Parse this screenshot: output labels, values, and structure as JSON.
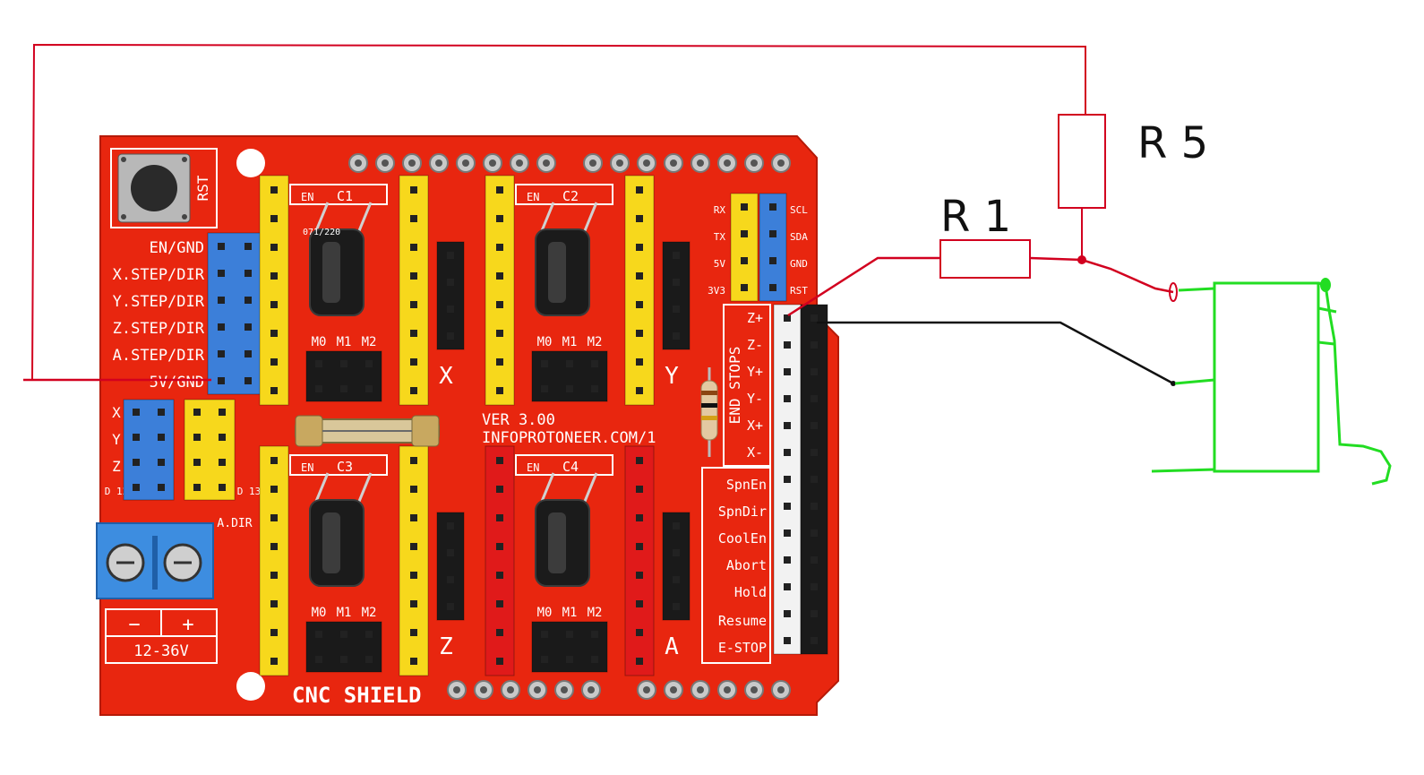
{
  "board": {
    "name": "CNC SHIELD",
    "version": "VER 3.00",
    "website": "INFOPROTONEER.COM/1",
    "reset_label": "RST",
    "left_header_labels": [
      "EN/GND",
      "X.STEP/DIR",
      "Y.STEP/DIR",
      "Z.STEP/DIR",
      "A.STEP/DIR",
      "5V/GND"
    ],
    "small_header_labels": [
      "X",
      "Y",
      "Z",
      "D 12",
      "D 13",
      "A.DIR"
    ],
    "driver_slots": [
      {
        "axis": "X",
        "cap": "C1",
        "en": "EN",
        "microstep": [
          "M0",
          "M1",
          "M2"
        ]
      },
      {
        "axis": "Y",
        "cap": "C2",
        "en": "EN",
        "microstep": [
          "M0",
          "M1",
          "M2"
        ]
      },
      {
        "axis": "Z",
        "cap": "C3",
        "en": "EN",
        "microstep": [
          "M0",
          "M1",
          "M2"
        ]
      },
      {
        "axis": "A",
        "cap": "C4",
        "en": "EN",
        "microstep": [
          "M0",
          "M1",
          "M2"
        ]
      }
    ],
    "serial_labels": [
      "RX",
      "TX",
      "5V",
      "3V3"
    ],
    "i2c_labels": [
      "SCL",
      "SDA",
      "GND",
      "RST"
    ],
    "endstops_title": "END STOPS",
    "endstop_labels": [
      "Z+",
      "Z-",
      "Y+",
      "Y-",
      "X+",
      "X-"
    ],
    "control_labels": [
      "SpnEn",
      "SpnDir",
      "CoolEn",
      "Abort",
      "Hold",
      "Resume",
      "E-STOP"
    ],
    "power_minus": "−",
    "power_plus": "+",
    "power_voltage": "12-36V",
    "cap_marking": "071/220"
  },
  "annotations": {
    "r1_label": "R 1",
    "r5_label": "R 5",
    "wire_colors": {
      "red": "#d2001f",
      "black": "#111111",
      "green": "#22dd22"
    }
  },
  "colors": {
    "pcb": "#e8260f",
    "pcb_silk": "#ffffff",
    "header_yellow": "#f7d81c",
    "header_blue": "#3c7fd9",
    "header_red": "#e01a1a",
    "header_black": "#1a1a1a",
    "terminal_blue": "#3d8de0"
  }
}
